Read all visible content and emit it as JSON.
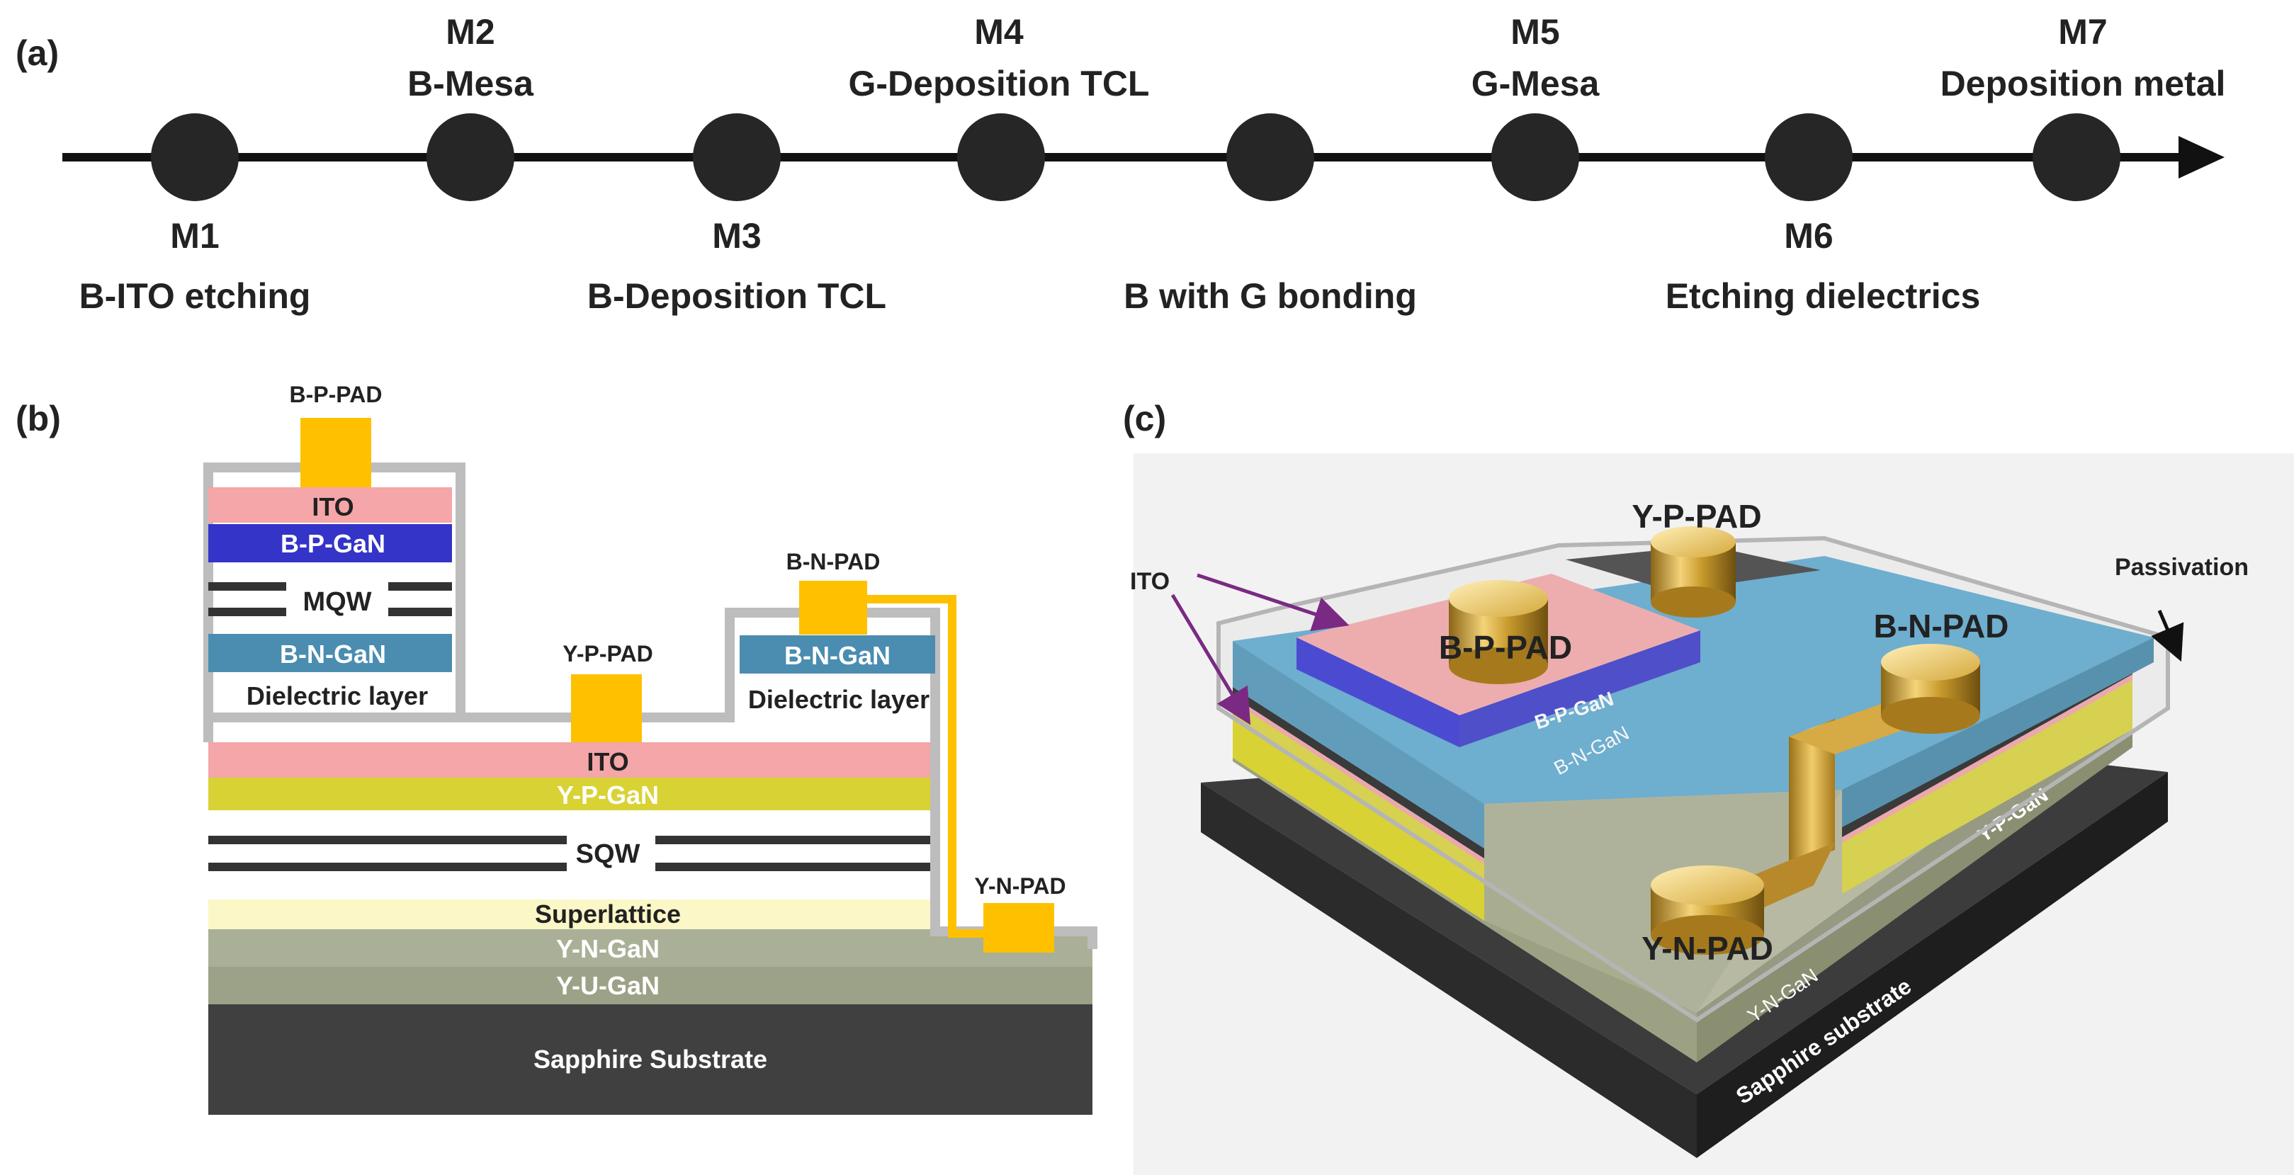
{
  "panel_a": {
    "label": "(a)",
    "steps": [
      {
        "code": "M1",
        "name": "B-ITO etching"
      },
      {
        "code": "M2",
        "name": "B-Mesa"
      },
      {
        "code": "M3",
        "name": "B-Deposition TCL"
      },
      {
        "code": "M4",
        "name": "G-Deposition TCL"
      },
      {
        "code": "",
        "name": "B with G bonding"
      },
      {
        "code": "M5",
        "name": "G-Mesa"
      },
      {
        "code": "M6",
        "name": "Etching dielectrics"
      },
      {
        "code": "M7",
        "name": "Deposition metal"
      }
    ]
  },
  "panel_b": {
    "label": "(b)",
    "b_p_pad": "B-P-PAD",
    "ito_top": "ITO",
    "b_p_gan": "B-P-GaN",
    "mqw": "MQW",
    "b_n_gan_left": "B-N-GaN",
    "dielectric_left": "Dielectric layer",
    "y_p_pad": "Y-P-PAD",
    "b_n_pad": "B-N-PAD",
    "b_n_gan_right": "B-N-GaN",
    "dielectric_right": "Dielectric layer",
    "ito_mid": "ITO",
    "y_p_gan": "Y-P-GaN",
    "sqw": "SQW",
    "y_n_pad": "Y-N-PAD",
    "superlattice": "Superlattice",
    "y_n_gan": "Y-N-GaN",
    "y_u_gan": "Y-U-GaN",
    "substrate": "Sapphire Substrate"
  },
  "panel_c": {
    "label": "(c)",
    "ito": "ITO",
    "y_p_pad": "Y-P-PAD",
    "passivation": "Passivation",
    "b_p_pad": "B-P-PAD",
    "b_n_pad": "B-N-PAD",
    "b_p_gan": "B-P-GaN",
    "b_n_gan": "B-N-GaN",
    "y_p_gan": "Y-P-GaN",
    "y_n_pad": "Y-N-PAD",
    "y_n_gan": "Y-N-GaN",
    "substrate": "Sapphire substrate"
  },
  "colors": {
    "pad": "#FFC000",
    "ito": "#F4A6A8",
    "b_p_gan": "#3434C8",
    "b_n_gan": "#4A8DB0",
    "y_p_gan": "#D8D235",
    "superlattice": "#FBF7C6",
    "y_n_gan": "#A8AE94",
    "substrate": "#404040",
    "passivation": "#BDBDBD"
  }
}
